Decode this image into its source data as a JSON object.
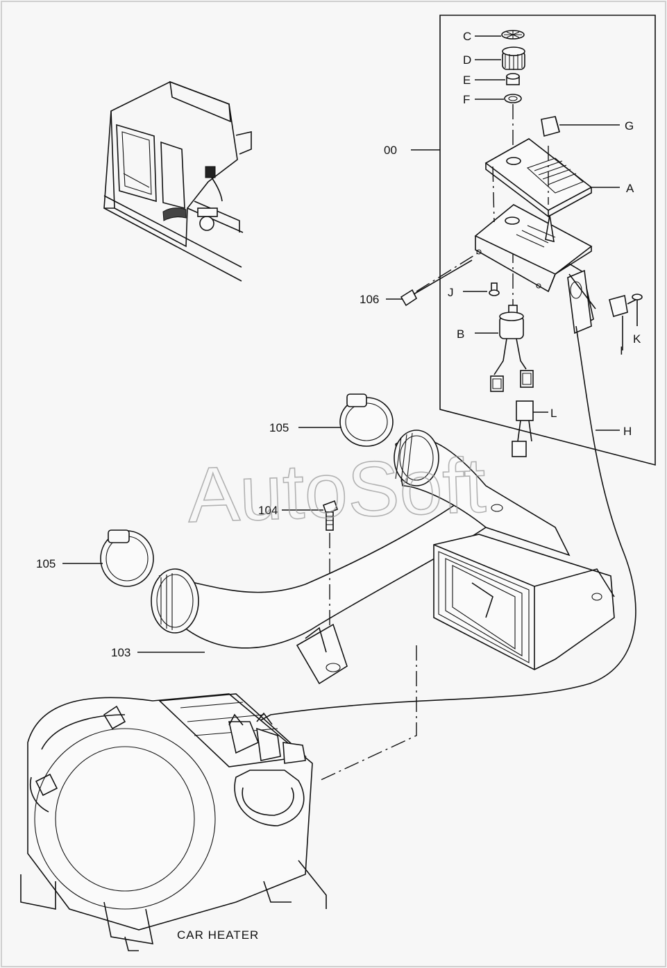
{
  "watermark": "AutoSoft",
  "caption": "CAR HEATER",
  "callouts": {
    "c00": "00",
    "cA": "A",
    "cB": "B",
    "cC": "C",
    "cD": "D",
    "cE": "E",
    "cF": "F",
    "cG": "G",
    "cH": "H",
    "cI": "I",
    "cJ": "J",
    "cK": "K",
    "cL": "L",
    "c103": "103",
    "c104": "104",
    "c105a": "105",
    "c105b": "105",
    "c106": "106"
  }
}
